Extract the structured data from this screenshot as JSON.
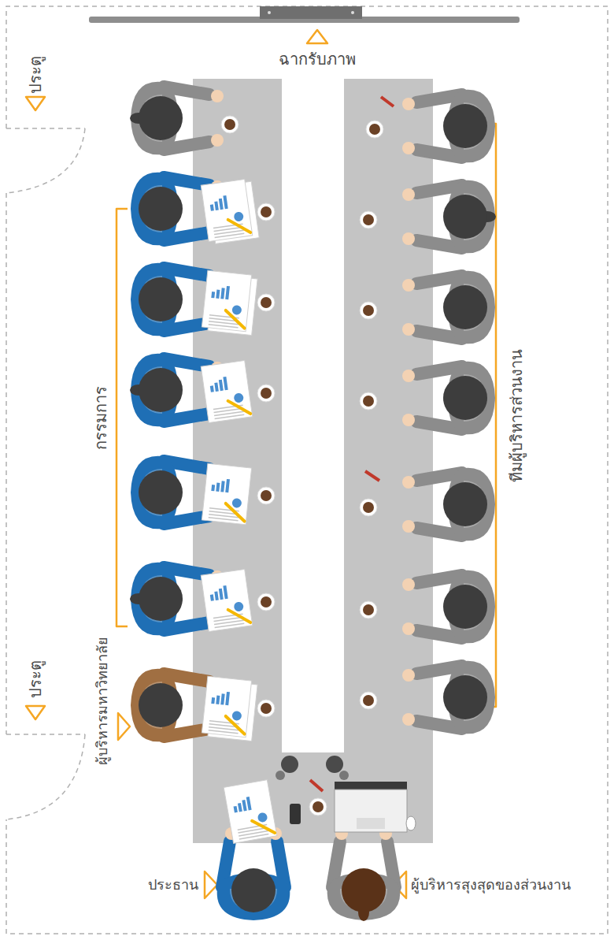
{
  "diagram": {
    "labels": [
      "ประตู",
      "ฉากรับภาพ",
      "กรรมการ",
      "ทีมผู้บริหารส่วนงาน",
      "ประตู",
      "ผู้บริหารมหาวิทยาลัย",
      "ประธาน",
      "ผู้บริหารสุงสุดของส่วนงาน"
    ]
  }
}
